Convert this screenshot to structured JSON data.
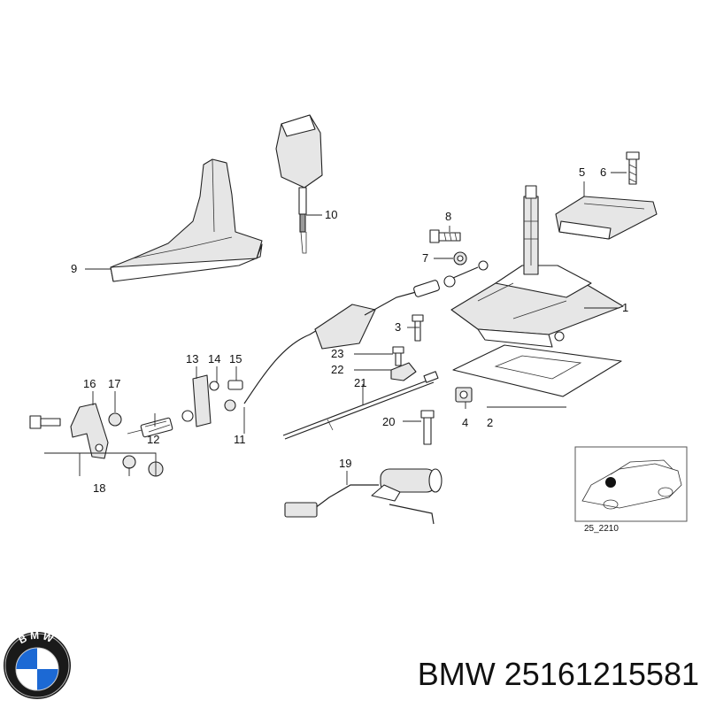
{
  "diagram": {
    "callouts": [
      {
        "id": "1",
        "text": "1"
      },
      {
        "id": "2",
        "text": "2"
      },
      {
        "id": "3",
        "text": "3"
      },
      {
        "id": "4",
        "text": "4"
      },
      {
        "id": "5",
        "text": "5"
      },
      {
        "id": "6",
        "text": "6"
      },
      {
        "id": "7",
        "text": "7"
      },
      {
        "id": "8",
        "text": "8"
      },
      {
        "id": "9",
        "text": "9"
      },
      {
        "id": "10",
        "text": "10"
      },
      {
        "id": "11",
        "text": "11"
      },
      {
        "id": "12",
        "text": "12"
      },
      {
        "id": "13",
        "text": "13"
      },
      {
        "id": "14",
        "text": "14"
      },
      {
        "id": "15",
        "text": "15"
      },
      {
        "id": "16",
        "text": "16"
      },
      {
        "id": "17",
        "text": "17"
      },
      {
        "id": "18",
        "text": "18"
      },
      {
        "id": "19",
        "text": "19"
      },
      {
        "id": "20",
        "text": "20"
      },
      {
        "id": "21",
        "text": "21"
      },
      {
        "id": "22",
        "text": "22"
      },
      {
        "id": "23",
        "text": "23"
      }
    ],
    "inset_code": "25_2210"
  },
  "brand": {
    "logo_letters": "BMW",
    "part_number_text": "BMW 25161215581",
    "colors": {
      "logo_blue": "#1c69d4",
      "ink": "#111111"
    }
  }
}
